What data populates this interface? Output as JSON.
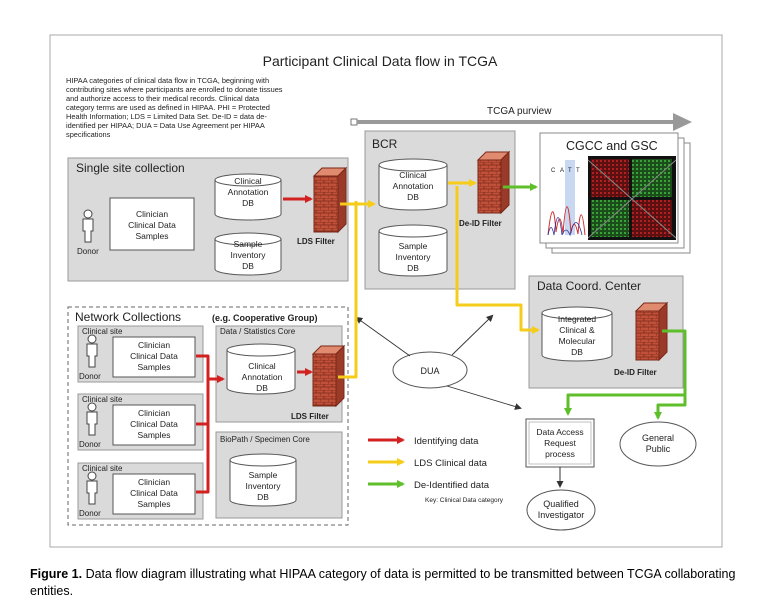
{
  "title": "Participant Clinical Data flow in TCGA",
  "intro": [
    "HIPAA categories of clinical data flow in TCGA, beginning with",
    "contributing sites where participants are enrolled to donate tissues",
    "and authorize access to their medical records.  Clinical data",
    "category terms are used as defined in HIPAA.  PHI = Protected",
    "Health Information; LDS = Limited Data Set.  De-ID = data de-",
    "identified per HIPAA; DUA = Data Use Agreement per HIPAA",
    "specifications"
  ],
  "purview": "TCGA purview",
  "single_site": {
    "title": "Single site collection",
    "donor": "Donor",
    "samples": [
      "Clinician",
      "Clinical Data",
      "Samples"
    ],
    "annotation_db": [
      "Clinical",
      "Annotation",
      "DB"
    ],
    "inventory_db": [
      "Sample",
      "Inventory",
      "DB"
    ],
    "filter": "LDS Filter"
  },
  "network": {
    "title": "Network Collections",
    "subtitle": "(e.g. Cooperative Group)",
    "sites": [
      {
        "label": "Clinical site",
        "donor": "Donor",
        "samples": [
          "Clinician",
          "Clinical Data",
          "Samples"
        ]
      },
      {
        "label": "Clinical site",
        "donor": "Donor",
        "samples": [
          "Clinician",
          "Clinical Data",
          "Samples"
        ]
      },
      {
        "label": "Clinical site",
        "donor": "Donor",
        "samples": [
          "Clinician",
          "Clinical Data",
          "Samples"
        ]
      }
    ],
    "core": "Data / Statistics Core",
    "core_db": [
      "Clinical",
      "Annotation",
      "DB"
    ],
    "filter": "LDS Filter",
    "biopath": "BioPath / Specimen Core",
    "biopath_db": [
      "Sample",
      "Inventory",
      "DB"
    ]
  },
  "bcr": {
    "title": "BCR",
    "annotation_db": [
      "Clinical",
      "Annotation",
      "DB"
    ],
    "inventory_db": [
      "Sample",
      "Inventory",
      "DB"
    ],
    "filter": "De-ID Filter"
  },
  "cgcc": {
    "title": "CGCC and GSC",
    "seq_letters": [
      "C",
      "A",
      "T",
      "T"
    ]
  },
  "dcc": {
    "title": "Data Coord. Center",
    "db": [
      "Integrated",
      "Clinical &",
      "Molecular",
      "DB"
    ],
    "filter": "De-ID Filter"
  },
  "dua": "DUA",
  "access": [
    "Data Access",
    "Request",
    "process"
  ],
  "public": [
    "General",
    "Public"
  ],
  "investigator": [
    "Qualified",
    "Investigator"
  ],
  "legend": {
    "items": [
      {
        "label": "Identifying data",
        "color": "#d32020"
      },
      {
        "label": "LDS Clinical data",
        "color": "#f5cc1a"
      },
      {
        "label": "De-Identified data",
        "color": "#5fbf2a"
      }
    ],
    "key": "Key: Clinical Data category"
  },
  "caption": {
    "label": "Figure 1.",
    "text": " Data flow diagram illustrating what HIPAA category of data is permitted to be transmitted between TCGA collaborating entities."
  }
}
